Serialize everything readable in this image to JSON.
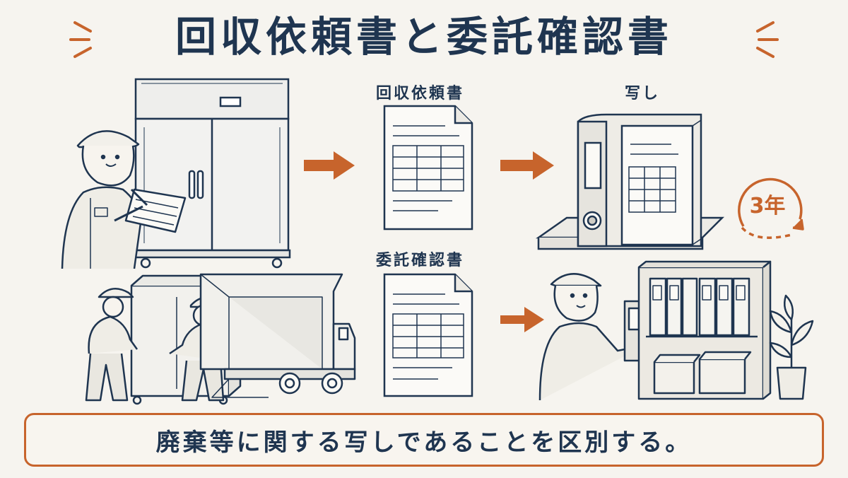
{
  "title": "回収依頼書と委託確認書",
  "labels": {
    "request_form": "回収依頼書",
    "copy": "写し",
    "consignment_form": "委託確認書"
  },
  "badge": "3年",
  "footer": "廃棄等に関する写しであることを区別する。",
  "colors": {
    "ink": "#1f3550",
    "accent": "#c7642c",
    "background": "#f6f4ef"
  },
  "icons": [
    "refrigerator-icon",
    "worker-icon",
    "document-icon",
    "binder-icon",
    "truck-icon",
    "shelf-icon",
    "plant-icon",
    "arrow-right-icon",
    "circular-arrow-icon"
  ]
}
